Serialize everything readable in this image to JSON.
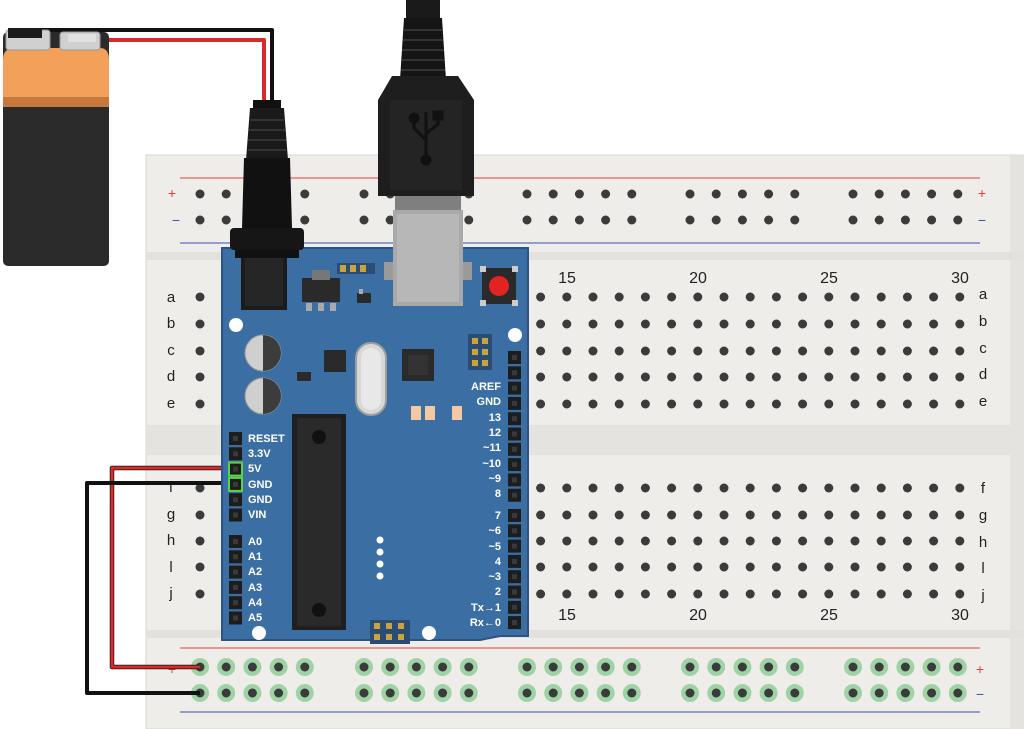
{
  "breadboard": {
    "column_numbers": [
      "15",
      "20",
      "25",
      "30"
    ],
    "row_labels_top": [
      "a",
      "b",
      "c",
      "d",
      "e"
    ],
    "row_labels_bottom": [
      "f",
      "g",
      "h",
      "l",
      "j"
    ],
    "rail_plus": "+",
    "rail_minus": "−",
    "colors": {
      "board": "#eeedea",
      "hole": "#3b3b3b",
      "powered_hole": "#9fd3a5",
      "red_line": "#e0403a",
      "blue_line": "#3a4fb0"
    }
  },
  "arduino": {
    "right_header_labels": [
      "AREF",
      "GND",
      "13",
      "12",
      "~11",
      "~10",
      "~9",
      "8"
    ],
    "right_header2_labels": [
      "7",
      "~6",
      "~5",
      "4",
      "~3",
      "2",
      "Tx→1",
      "Rx←0"
    ],
    "power_labels": [
      "RESET",
      "3.3V",
      "5V",
      "GND",
      "GND",
      "VIN"
    ],
    "analog_labels": [
      "A0",
      "A1",
      "A2",
      "A3",
      "A4",
      "A5"
    ],
    "colors": {
      "board": "#3b6fa4",
      "board_edge": "#2a5486"
    }
  },
  "battery": {
    "colors": {
      "top": "#f2a05a",
      "body": "#2b2b2b"
    }
  },
  "wires": {
    "colors": {
      "red": "#d72a2a",
      "black": "#111111"
    }
  }
}
